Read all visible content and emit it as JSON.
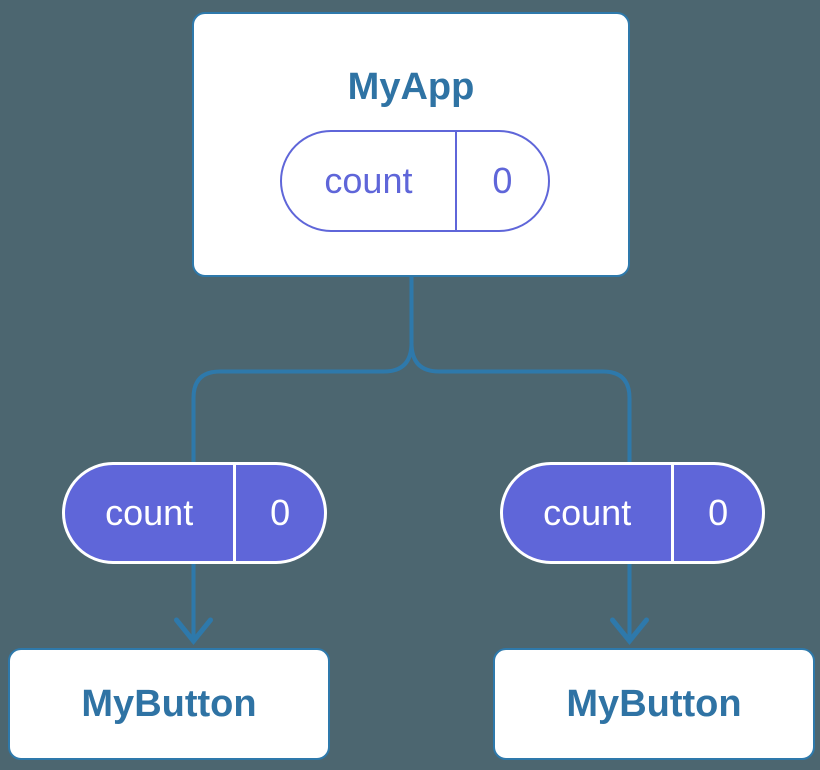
{
  "colors": {
    "background": "#4C6670",
    "line_blue": "#2E79AB",
    "text_blue": "#2F73A4",
    "purple": "#5F66D9",
    "node_fill": "#FFFFFF"
  },
  "diagram": {
    "root": {
      "title": "MyApp",
      "state": {
        "label": "count",
        "value": "0"
      }
    },
    "children": [
      {
        "title": "MyButton",
        "prop": {
          "label": "count",
          "value": "0"
        }
      },
      {
        "title": "MyButton",
        "prop": {
          "label": "count",
          "value": "0"
        }
      }
    ]
  }
}
